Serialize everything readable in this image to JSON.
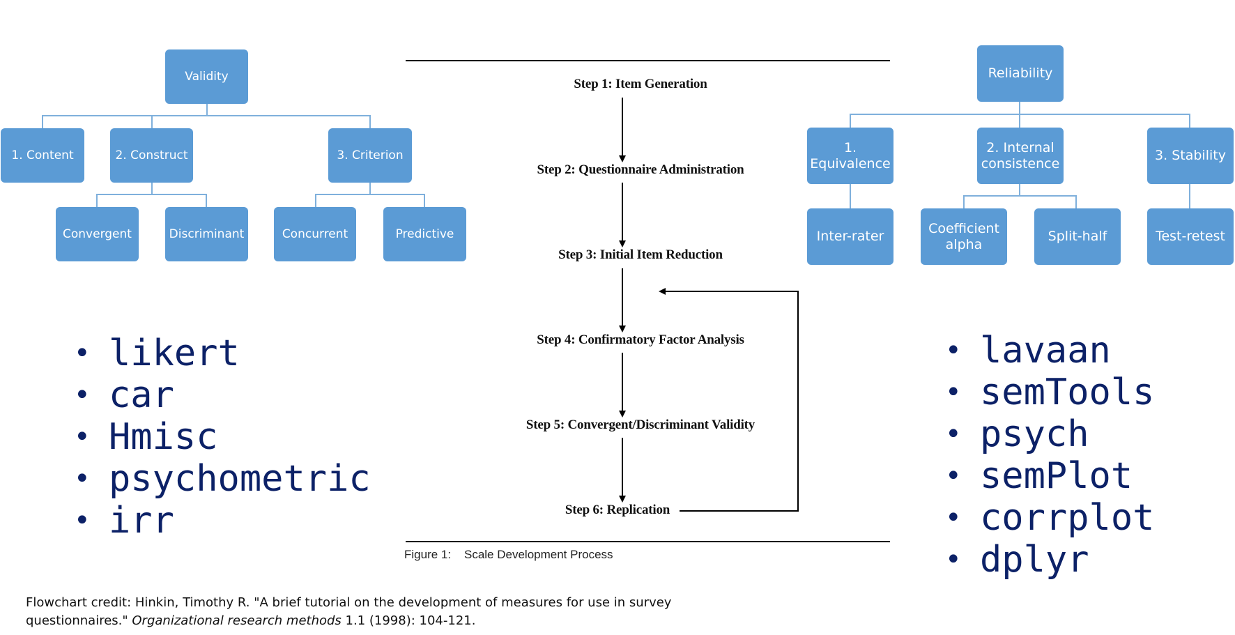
{
  "validity": {
    "root": "Validity",
    "content": "1. Content",
    "construct": "2. Construct",
    "criterion": "3. Criterion",
    "convergent": "Convergent",
    "discriminant": "Discriminant",
    "concurrent": "Concurrent",
    "predictive": "Predictive"
  },
  "reliability": {
    "root": "Reliability",
    "equivalence": "1. Equivalence",
    "internal": "2. Internal consistence",
    "stability": "3. Stability",
    "inter_rater": "Inter-rater",
    "coefficient_alpha": "Coefficient alpha",
    "split_half": "Split-half",
    "test_retest": "Test-retest"
  },
  "flowchart": {
    "steps": [
      "Step 1:  Item Generation",
      "Step 2:  Questionnaire Administration",
      "Step 3:  Initial Item Reduction",
      "Step 4:  Confirmatory Factor Analysis",
      "Step 5:  Convergent/Discriminant Validity",
      "Step 6:  Replication"
    ],
    "caption": "Figure 1:    Scale Development Process"
  },
  "left_packages": [
    "likert",
    "car",
    "Hmisc",
    "psychometric",
    "irr"
  ],
  "right_packages": [
    "lavaan",
    "semTools",
    "psych",
    "semPlot",
    "corrplot",
    "dplyr"
  ],
  "credit": {
    "prefix": "Flowchart credit: Hinkin, Timothy R. \"A brief tutorial on the development of measures for use in survey questionnaires.\" ",
    "journal": "Organizational research methods",
    "suffix": " 1.1 (1998): 104-121."
  },
  "colors": {
    "box": "#5b9bd5",
    "connector": "#7fb0dc",
    "package_text": "#0c2167"
  }
}
